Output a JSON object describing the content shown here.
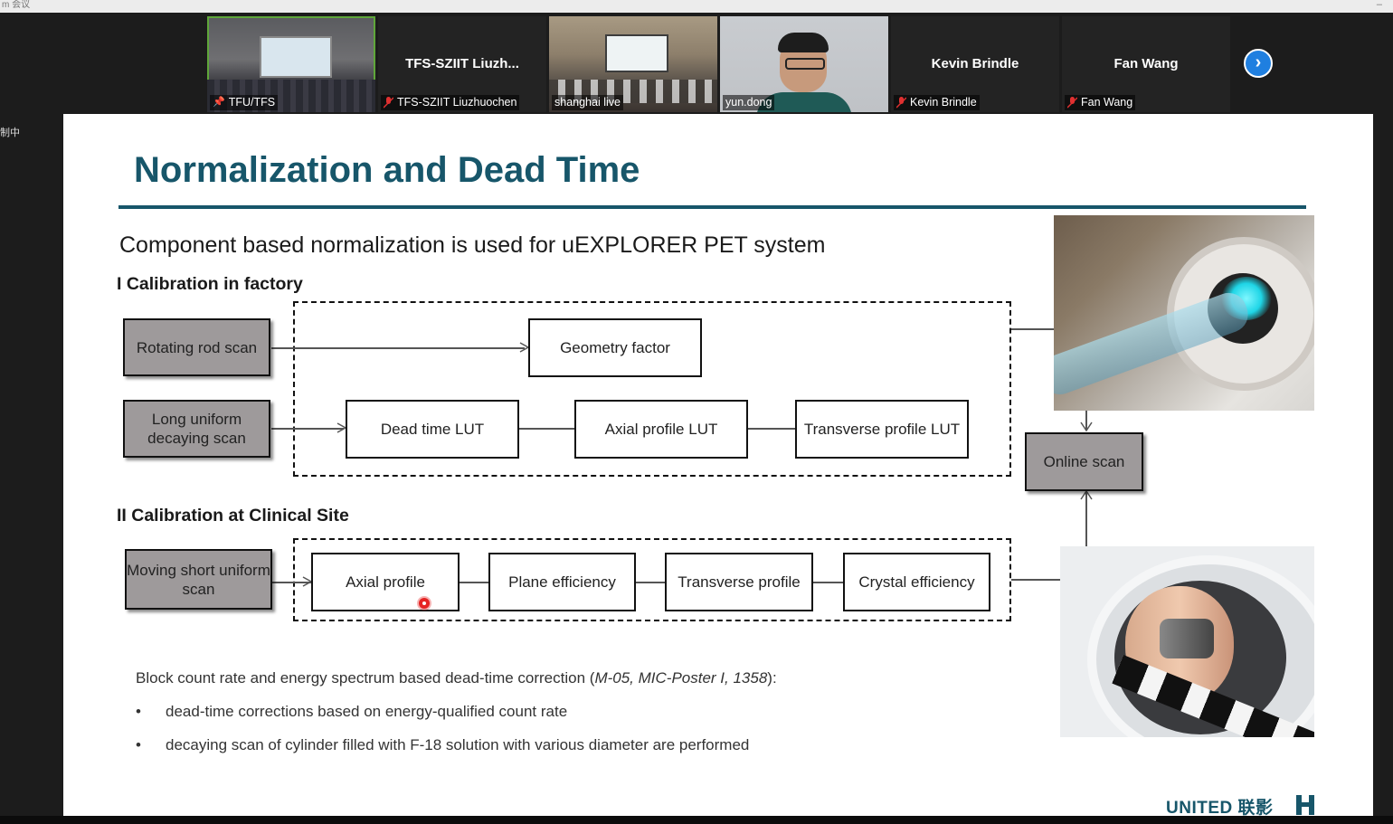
{
  "window": {
    "title": "m 会议",
    "minimize_glyph": "–"
  },
  "participants": [
    {
      "label": "TFU/TFS",
      "kind": "video-room",
      "pinned": true,
      "active": true
    },
    {
      "label": "TFS-SZIIT Liuzhuochen",
      "display_name": "TFS-SZIIT  Liuzh...",
      "kind": "name",
      "muted": true
    },
    {
      "label": "shanghai live",
      "kind": "video-hall"
    },
    {
      "label": "yun.dong",
      "kind": "video-face"
    },
    {
      "label": "Kevin Brindle",
      "display_name": "Kevin Brindle",
      "kind": "name",
      "muted": true
    },
    {
      "label": "Fan Wang",
      "display_name": "Fan Wang",
      "kind": "name",
      "muted": true
    }
  ],
  "side_status": "制中",
  "slide": {
    "title": "Normalization and Dead Time",
    "subtitle": "Component based normalization is used for uEXPLORER PET system",
    "section1": "I Calibration in factory",
    "section2": "II Calibration at Clinical Site",
    "boxes": {
      "rotating_rod": "Rotating rod scan",
      "long_uniform": "Long uniform decaying scan",
      "geometry_factor": "Geometry factor",
      "dead_time_lut": "Dead time LUT",
      "axial_profile_lut": "Axial profile LUT",
      "transverse_profile_lut": "Transverse profile LUT",
      "online_scan": "Online scan",
      "moving_short": "Moving short uniform scan",
      "axial_profile": "Axial profile",
      "plane_efficiency": "Plane efficiency",
      "transverse_profile": "Transverse profile",
      "crystal_efficiency": "Crystal efficiency"
    },
    "notes": {
      "intro": "Block count rate and energy spectrum based dead-time correction (",
      "citation": "M-05, MIC-Poster I, 1358",
      "intro_end": "):",
      "bullets": [
        "dead-time corrections based on energy-qualified count rate",
        "decaying scan of cylinder filled with F-18 solution with various diameter are performed"
      ]
    },
    "logo": "UNITED 联影"
  }
}
